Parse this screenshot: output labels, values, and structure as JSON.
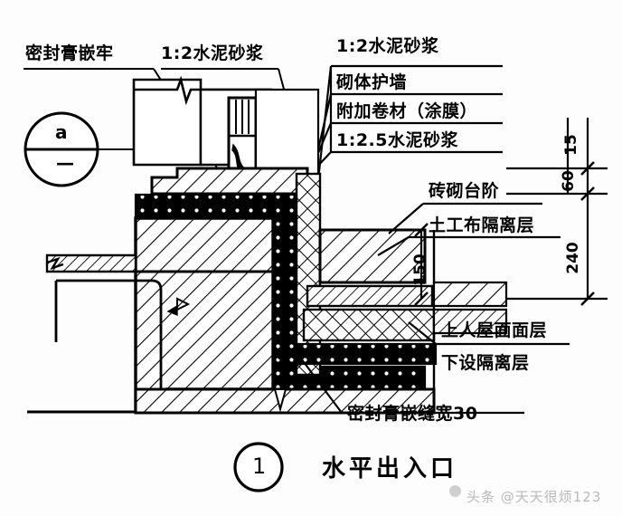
{
  "drawing": {
    "title": "水平出入口",
    "figure_number": "1",
    "detail_marker": "a",
    "detail_marker_sub": "—"
  },
  "labels": {
    "sealant_top": "密封膏嵌牢",
    "mortar_left": "1:2水泥砂浆",
    "sealant_bottom": "密封膏嵌缝宽30",
    "brick_step": "砖砌台阶",
    "geotextile": "土工布隔离层",
    "roof_surface": "上人屋面面层",
    "isolation_below": "下设隔离层"
  },
  "label_block": {
    "rows": [
      "1:2水泥砂浆",
      "砌体护墙",
      "附加卷材（涂膜）",
      "1:2.5水泥砂浆"
    ]
  },
  "dimensions": {
    "right_stack": [
      "15",
      "60",
      "240"
    ],
    "inner": "150"
  },
  "watermark": {
    "text": "头条 @天天很烦123"
  },
  "colors": {
    "ink": "#000000",
    "paper": "#fdfdfd",
    "watermark": "#b9b9b9"
  }
}
